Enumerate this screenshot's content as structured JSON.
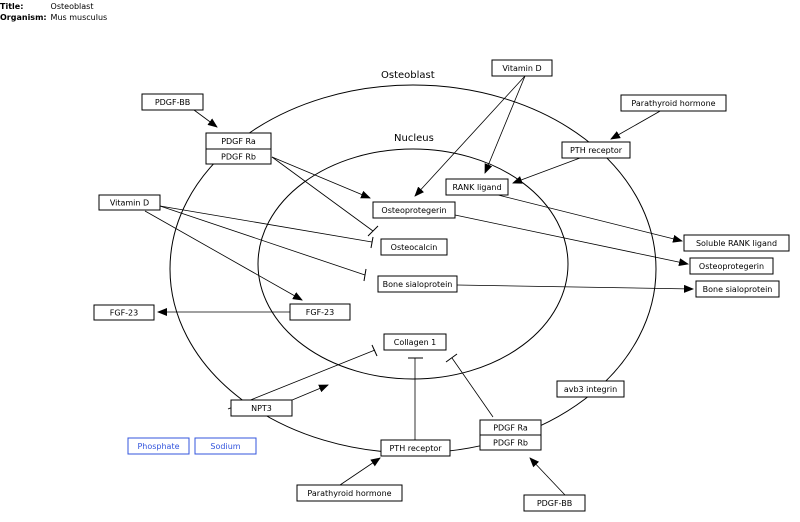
{
  "header": {
    "title_label": "Title:",
    "title": "Osteoblast",
    "organism_label": "Organism:",
    "organism": "Mus musculus"
  },
  "regions": {
    "outer": "Osteoblast",
    "inner": "Nucleus"
  },
  "nodes": {
    "pdgfbb_top": "PDGF-BB",
    "pdgfra_top": "PDGF Ra",
    "pdgfrb_top": "PDGF Rb",
    "vitd_top": "Vitamin D",
    "pth_hormone_top": "Parathyroid hormone",
    "pth_receptor_top": "PTH receptor",
    "rank_ligand": "RANK ligand",
    "osteoprotegerin_nuc": "Osteoprotegerin",
    "vitd_left": "Vitamin D",
    "osteocalcin": "Osteocalcin",
    "soluble_rank": "Soluble RANK ligand",
    "osteoprotegerin_out": "Osteoprotegerin",
    "bsp_nuc": "Bone sialoprotein",
    "bsp_out": "Bone sialoprotein",
    "fgf23_in": "FGF-23",
    "fgf23_out": "FGF-23",
    "collagen1": "Collagen 1",
    "avb3": "avb3 integrin",
    "npt3": "NPT3",
    "phosphate": "Phosphate",
    "sodium": "Sodium",
    "pth_receptor_bottom": "PTH receptor",
    "pdgfra_bottom": "PDGF Ra",
    "pdgfrb_bottom": "PDGF Rb",
    "pth_hormone_bottom": "Parathyroid hormone",
    "pdgfbb_bottom": "PDGF-BB"
  },
  "colors": {
    "stroke": "#000000",
    "ion_nodes": "#3355dd"
  }
}
